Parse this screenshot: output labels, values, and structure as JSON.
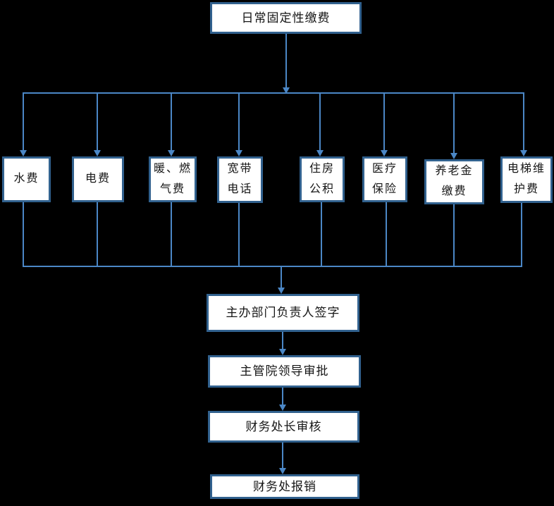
{
  "diagram": {
    "type": "flowchart",
    "root": {
      "label": "日常固定性缴费"
    },
    "categories": [
      {
        "label": "水费"
      },
      {
        "label": "电费"
      },
      {
        "label": "暖、燃\n气费"
      },
      {
        "label": "宽带\n电话"
      },
      {
        "label": "住房\n公积"
      },
      {
        "label": "医疗\n保险"
      },
      {
        "label": "养老金\n缴费"
      },
      {
        "label": "电梯维\n护费"
      }
    ],
    "steps": [
      {
        "label": "主办部门负责人签字"
      },
      {
        "label": "主管院领导审批"
      },
      {
        "label": "财务处长审核"
      },
      {
        "label": "财务处报销"
      }
    ],
    "colors": {
      "background": "#000000",
      "box_fill": "#ffffff",
      "box_border": "#31618e",
      "connector": "#4b87c6",
      "text": "#161616"
    }
  }
}
